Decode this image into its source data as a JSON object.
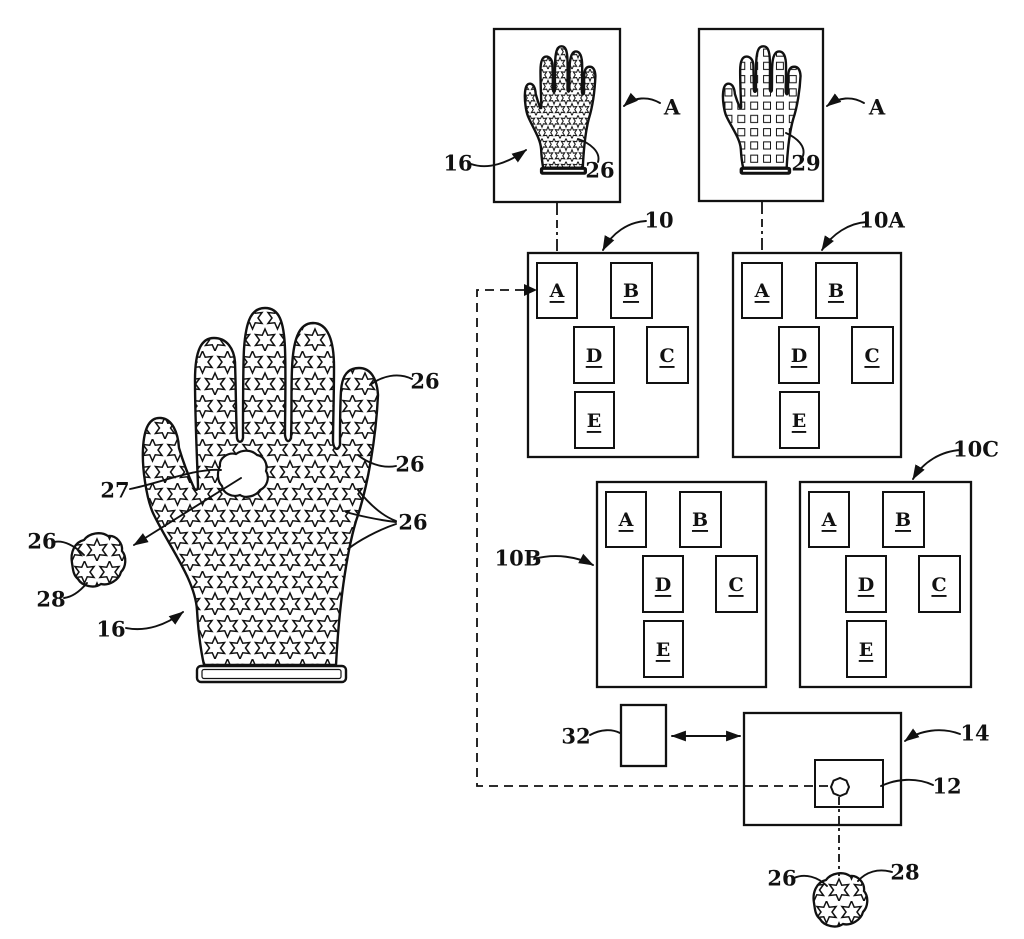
{
  "figure": {
    "type": "patent-diagram",
    "callouts": {
      "a": "A",
      "c10": "10",
      "c10A": "10A",
      "c10B": "10B",
      "c10C": "10C",
      "c12": "12",
      "c14": "14",
      "c16": "16",
      "c26": "26",
      "c27": "27",
      "c28": "28",
      "c29": "29",
      "c32": "32"
    },
    "module_letters": [
      "A",
      "B",
      "C",
      "D",
      "E"
    ],
    "colors": {
      "line": "#111111",
      "background": "#ffffff"
    }
  }
}
